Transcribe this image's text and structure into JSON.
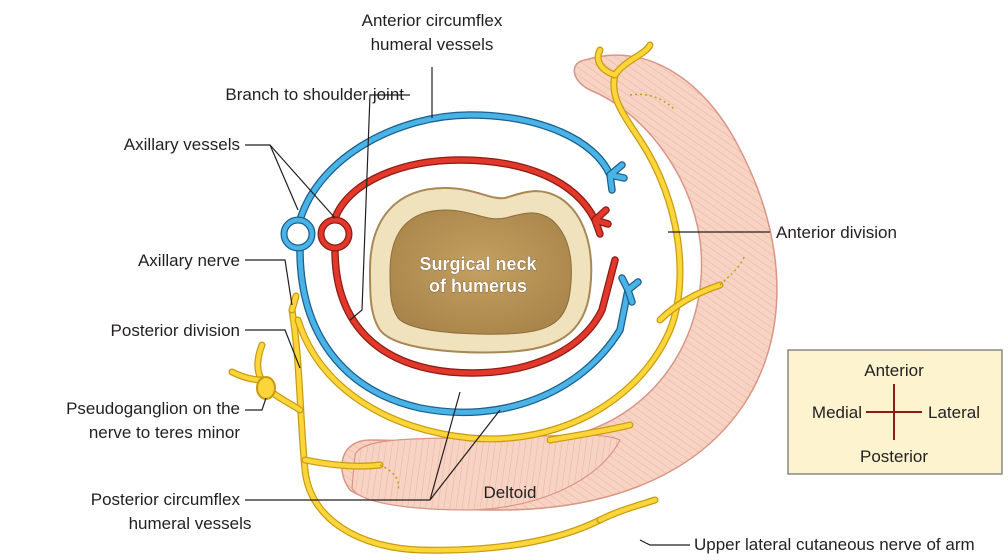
{
  "labels": {
    "anterior_circumflex_line1": "Anterior circumflex",
    "anterior_circumflex_line2": "humeral vessels",
    "branch_to_shoulder": "Branch to shoulder joint",
    "axillary_vessels": "Axillary vessels",
    "axillary_nerve": "Axillary nerve",
    "posterior_division": "Posterior division",
    "pseudoganglion_line1": "Pseudoganglion on the",
    "pseudoganglion_line2": "nerve to teres minor",
    "posterior_circumflex_line1": "Posterior circumflex",
    "posterior_circumflex_line2": "humeral vessels",
    "anterior_division": "Anterior division",
    "upper_lateral_cutaneous": "Upper lateral cutaneous nerve of arm",
    "surgical_neck_line1": "Surgical neck",
    "surgical_neck_line2": "of humerus",
    "deltoid": "Deltoid"
  },
  "compass": {
    "anterior": "Anterior",
    "posterior": "Posterior",
    "medial": "Medial",
    "lateral": "Lateral"
  },
  "colors": {
    "nerve": "#fbd53a",
    "artery": "#e2382b",
    "vein": "#4ab3e6",
    "muscle": "#f6cfc0",
    "bone": "#d6c08a",
    "compass_box": "#fdf4cf"
  }
}
